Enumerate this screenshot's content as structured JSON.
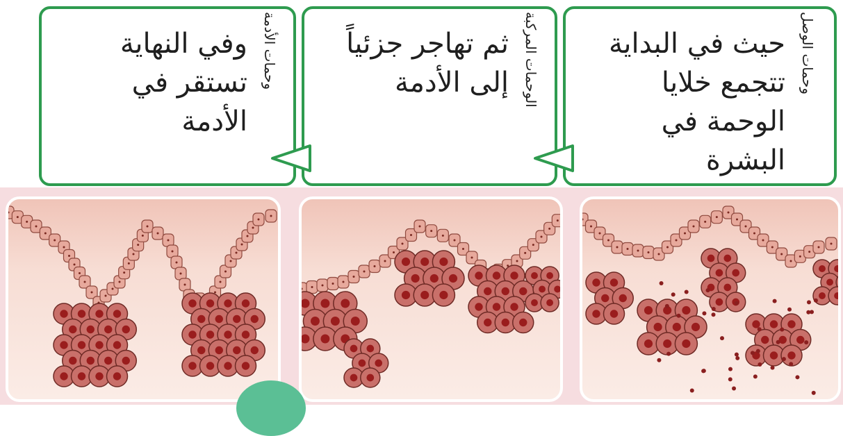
{
  "colors": {
    "border": "#2e9b4f",
    "band": "#f6dde0",
    "cell": "#c9706a",
    "nucleus": "#9a1d1d",
    "skin": "#f0c4b8"
  },
  "steps": [
    {
      "id": "junctional",
      "side_label": "وحمات الوصل",
      "text": "حيث في البداية تتجمع خلايا الوحمة في البشرة"
    },
    {
      "id": "compound",
      "side_label": "الوحمات المركبة",
      "text": "ثم تهاجر جزئياً إلى الأدمة"
    },
    {
      "id": "dermal",
      "side_label": "وحمات الأدمة",
      "text": "وفي النهاية تستقر في الأدمة"
    }
  ]
}
